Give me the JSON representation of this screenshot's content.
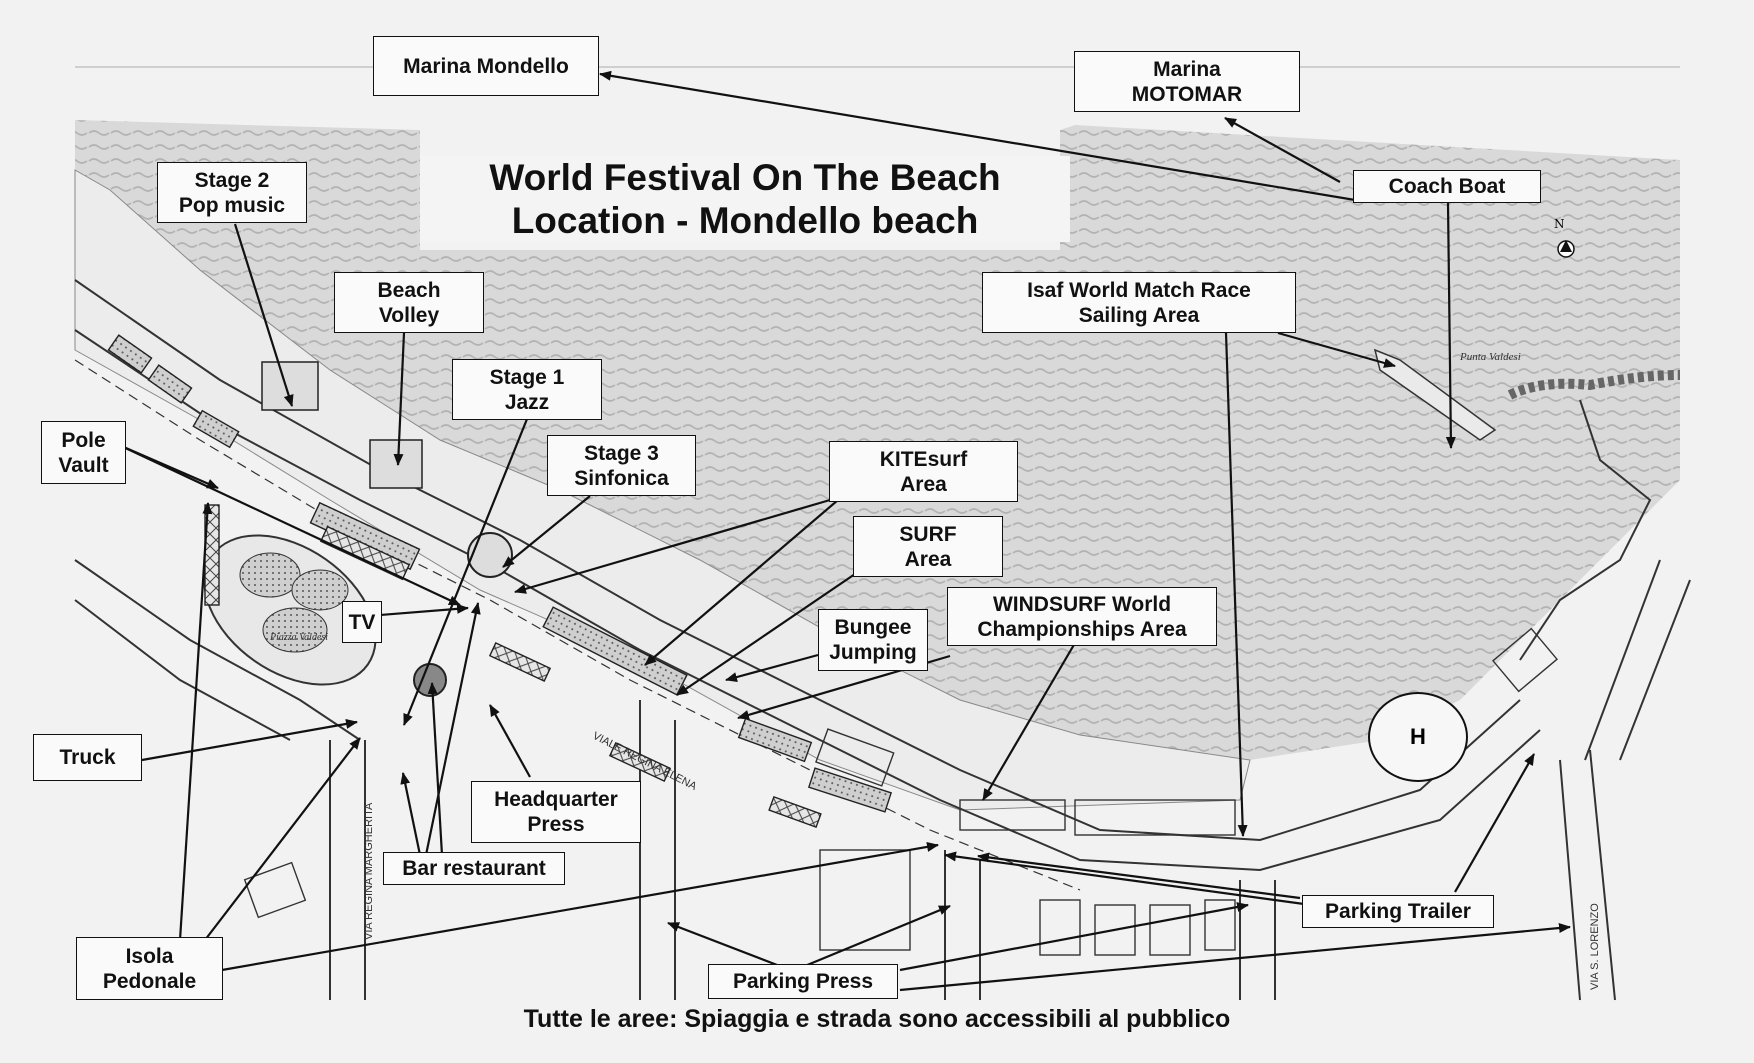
{
  "title": {
    "line1": "World Festival On The Beach",
    "line2": "Location - Mondello beach"
  },
  "footer": "Tutte le aree: Spiaggia e strada sono accessibili al pubblico",
  "helipad": "H",
  "north": "N",
  "labels": {
    "marina_mondello": "Marina Mondello",
    "marina_motomar": [
      "Marina",
      "MOTOMAR"
    ],
    "coach_boat": "Coach Boat",
    "stage2": [
      "Stage 2",
      "Pop music"
    ],
    "beach_volley": [
      "Beach",
      "Volley"
    ],
    "isaf": [
      "Isaf World Match Race",
      "Sailing Area"
    ],
    "stage1": [
      "Stage 1",
      "Jazz"
    ],
    "stage3": [
      "Stage 3",
      "Sinfonica"
    ],
    "kitesurf": [
      "KITEsurf",
      "Area"
    ],
    "pole_vault": [
      "Pole",
      "Vault"
    ],
    "surf": [
      "SURF",
      "Area"
    ],
    "tv": "TV",
    "bungee": [
      "Bungee",
      "Jumping"
    ],
    "windsurf": [
      "WINDSURF World",
      "Championships Area"
    ],
    "truck": "Truck",
    "headquarter": [
      "Headquarter",
      "Press"
    ],
    "bar": "Bar restaurant",
    "parking_trailer": "Parking Trailer",
    "isola": [
      "Isola",
      "Pedonale"
    ],
    "parking_press": "Parking Press"
  },
  "street_labels": {
    "regina_elena": "VIALE REGINA ELENA",
    "margherita": "VIA REGINA MARGHERITA",
    "san_lorenzo": "VIA S. LORENZO",
    "piazza_valdesi": "Piazza Valdesi",
    "punta_valdesi": "Punta Valdesi"
  },
  "colors": {
    "background": "#f2f2f2",
    "water": "#d6d6d6",
    "ink": "#111111"
  }
}
